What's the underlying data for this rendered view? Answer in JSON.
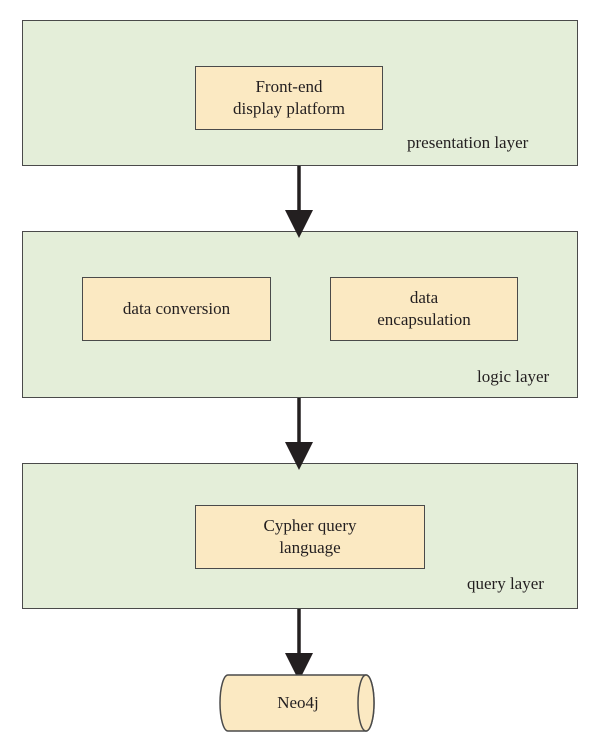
{
  "layers": {
    "presentation": {
      "label": "presentation layer",
      "box": "Front-end\ndisplay platform"
    },
    "logic": {
      "label": "logic layer",
      "box_left": "data conversion",
      "box_right": "data\nencapsulation"
    },
    "query": {
      "label": "query layer",
      "box": "Cypher query\nlanguage"
    }
  },
  "database": {
    "label": "Neo4j"
  },
  "colors": {
    "layer_fill": "#e4eed9",
    "box_fill": "#fbe9c2",
    "stroke": "#4a4a4a",
    "arrow": "#231f20"
  }
}
